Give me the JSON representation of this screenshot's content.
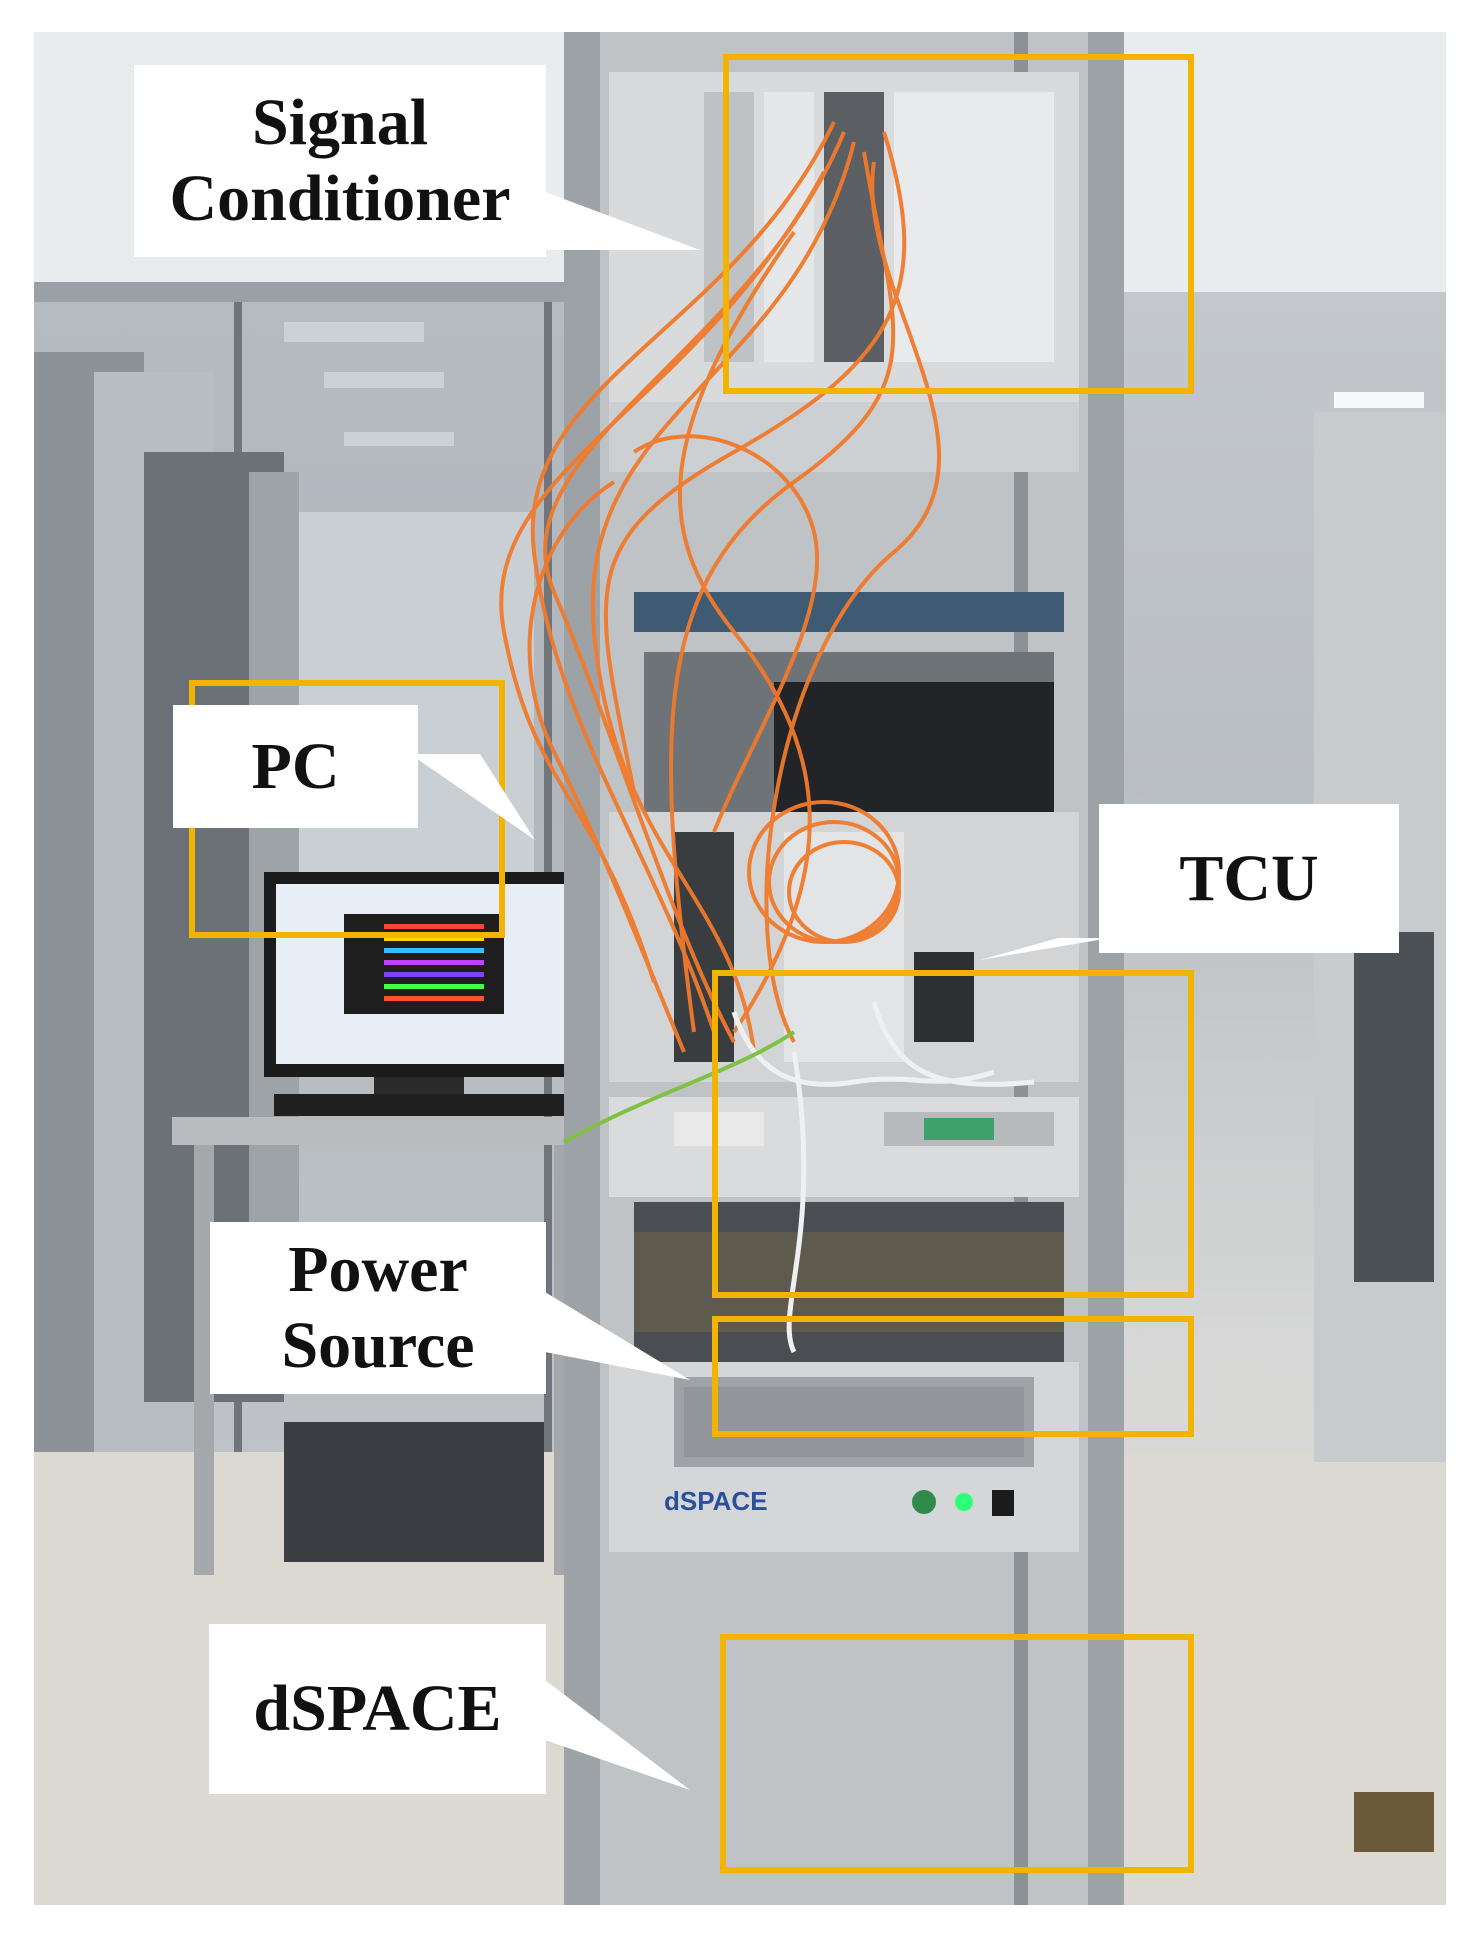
{
  "photo": {
    "description_icon": "equipment-rack-photo",
    "highlight_color": "#f2b400",
    "cable_color": "#f07a2c"
  },
  "labels": {
    "signal_conditioner": "Signal\nConditioner",
    "pc": "PC",
    "tcu": "TCU",
    "power_source": "Power\nSource",
    "dspace": "dSPACE"
  },
  "device_text": {
    "dspace_logo": "dSPACE"
  }
}
